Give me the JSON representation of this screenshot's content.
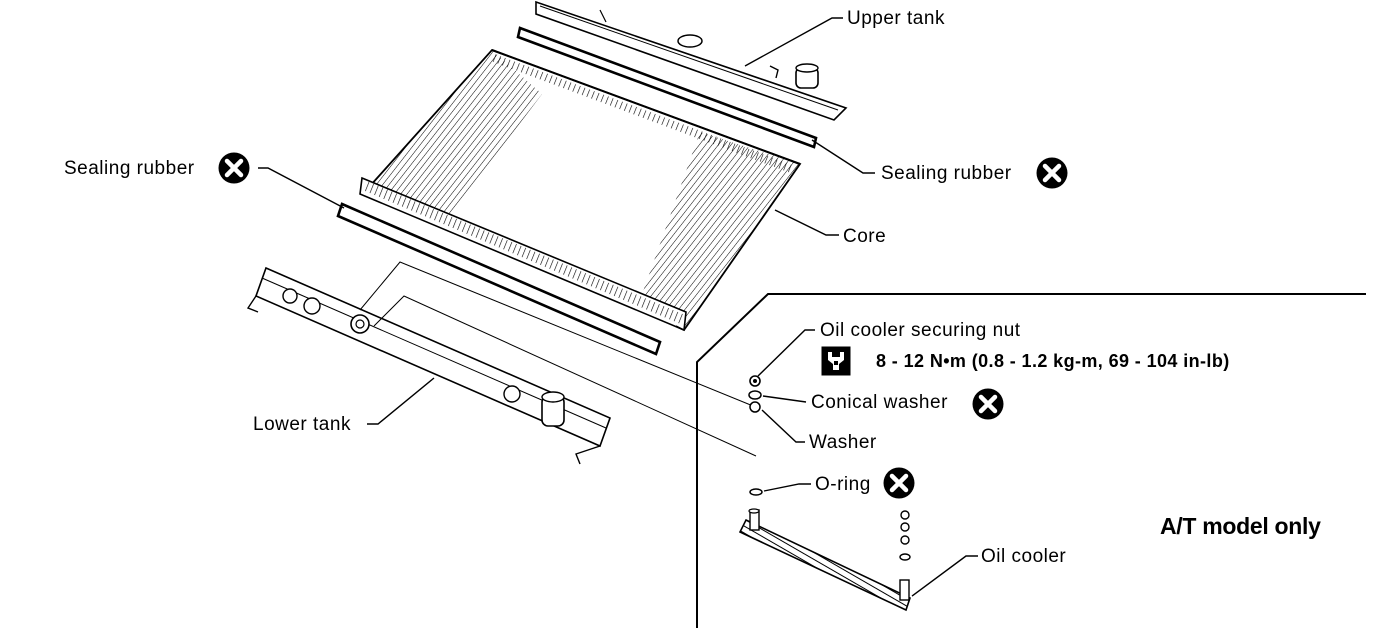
{
  "labels": {
    "upper_tank": "Upper tank",
    "sealing_rubber_right": "Sealing rubber",
    "sealing_rubber_left": "Sealing rubber",
    "core": "Core",
    "lower_tank": "Lower tank",
    "oil_cooler_securing_nut": "Oil cooler securing nut",
    "torque_spec": "8 - 12 N•m (0.8 - 1.2 kg-m, 69 - 104 in-lb)",
    "conical_washer": "Conical washer",
    "washer": "Washer",
    "o_ring": "O-ring",
    "oil_cooler": "Oil cooler",
    "model_note": "A/T model only"
  },
  "icons": {
    "replace_symbol": "do-not-reuse-x-icon",
    "torque_symbol": "tightening-torque-wrench-icon"
  },
  "colors": {
    "ink": "#000000",
    "paper": "#ffffff"
  }
}
